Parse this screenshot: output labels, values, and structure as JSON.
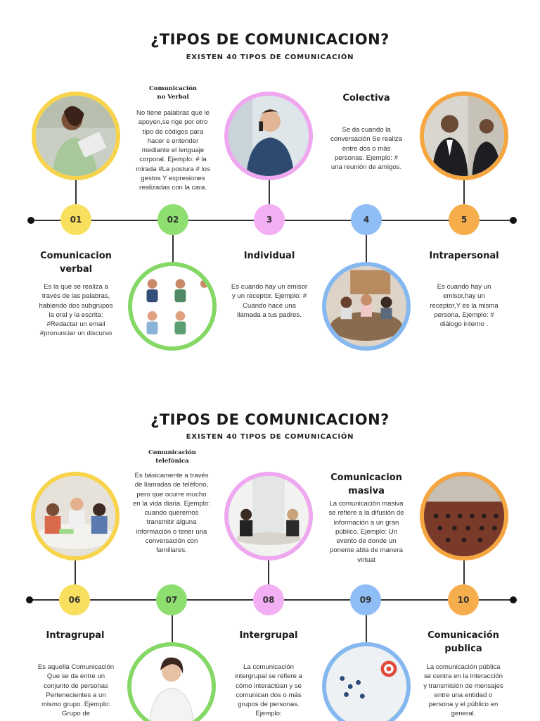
{
  "sections": [
    {
      "title": "¿TIPOS DE COMUNICACION?",
      "subtitle": "EXISTEN 40 TIPOS DE COMUNICACIÓN",
      "items": [
        {
          "number": "01",
          "heading": "Comunicacion verbal",
          "text": "Es la que se realiza a través de las palabras, habiendo dos subgrupos la oral y la escrita: #Redactar un email #pronunciar un discurso",
          "photo": "woman-with-tablet"
        },
        {
          "number": "02",
          "heading": "Comunicación no Verbal",
          "text": "No tiene palabras que le apoyen,se rige por otro tipo de códigos para hacer e entender mediante el lenguaje corporal. Ejemplo: # la mirada #La postura # los gestos Y expresiones realizadas con la cara.",
          "photo": "gesturing-people"
        },
        {
          "number": "3",
          "heading": "Individual",
          "text": "Es cuando hay un emisor y un receptor. Ejemplo: # Cuando hace una llamada a tus padres.",
          "photo": "man-on-phone"
        },
        {
          "number": "4",
          "heading": "Colectiva",
          "text": "Se da cuando la conversación Se realiza entre dos o más personas. Ejemplo: # una reunión de amigos.",
          "photo": "group-meeting"
        },
        {
          "number": "5",
          "heading": "Intrapersonal",
          "text": "Es cuando hay un emisor,hay un receptor,Y es la misma persona. Ejemplo: # diálogo interno .",
          "photo": "man-and-mirror"
        }
      ]
    },
    {
      "title": "¿TIPOS DE COMUNICACION?",
      "subtitle": "EXISTEN 40 TIPOS DE COMUNICACIÓN",
      "items": [
        {
          "number": "06",
          "heading": "Intragrupal",
          "text": "Es aquella Comunicación Que se da entre un conjunto de personas Pertenecientes a un mismo grupo. Ejemplo: Grupo de",
          "photo": "team-at-table"
        },
        {
          "number": "07",
          "heading": "Comunicación telefónica",
          "text": "Es básicamente a través de llamadas de teléfono, pero que ocurre mucho en la vida diaria. Ejemplo: cuando queremos transmitir alguna información o tener una conversación con familiares.",
          "photo": "woman-on-phone"
        },
        {
          "number": "08",
          "heading": "Intergrupal",
          "text": "La comunicación intergrupal se refiere a cómo interactúan y se comunican dos o más grupos de personas. Ejemplo:",
          "photo": "office-meeting"
        },
        {
          "number": "09",
          "heading": "Comunicacion masiva",
          "text": "La comunicación masiva se refiere a la difusión de información a un gran público. Ejemplo: Un evento de donde un ponente abla de manera virtual",
          "photo": "crowd-target"
        },
        {
          "number": "10",
          "heading": "Comunicación publica",
          "text": "La comunicación pública se centra en la interacción y transmisión de mensajes entre una entidad o persona y el público en general.",
          "photo": "auditorium"
        }
      ]
    }
  ],
  "colors": {
    "yellow": "#f9df5e",
    "green": "#8fde70",
    "pink": "#f3aff3",
    "blue": "#8fbdf5",
    "orange": "#f6ae4c",
    "timeline": "#333333"
  }
}
